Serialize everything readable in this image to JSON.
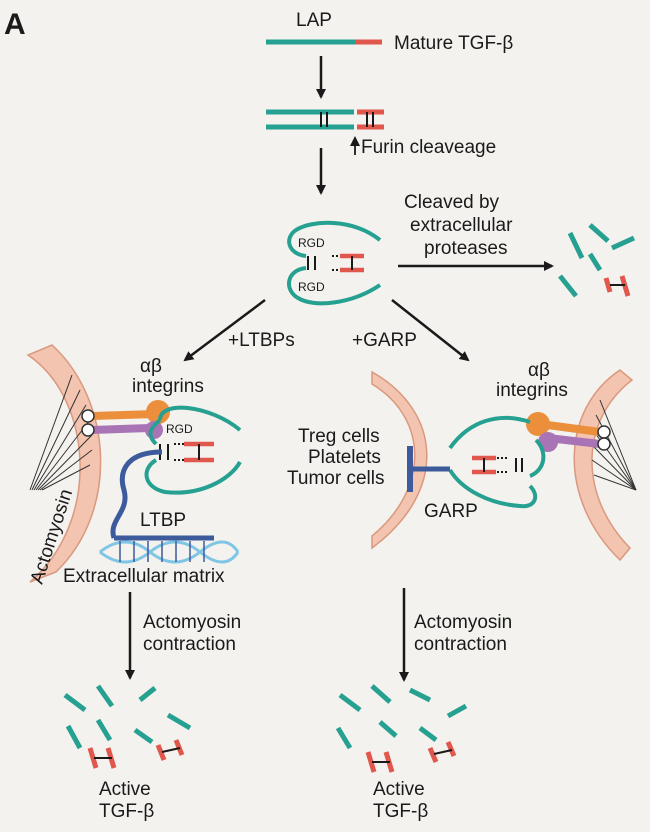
{
  "panel_letter": "A",
  "labels": {
    "lap": "LAP",
    "mature": "Mature TGF-β",
    "furin": "Furin cleaveage",
    "cleaved": [
      "Cleaved by",
      "extracellular",
      "proteases"
    ],
    "ltbps": "+LTBPs",
    "garp_path": "+GARP",
    "integrins_left": [
      "αβ",
      "integrins"
    ],
    "integrins_right": [
      "αβ",
      "integrins"
    ],
    "rgd": "RGD",
    "ltbp": "LTBP",
    "ecm": "Extracellular matrix",
    "actomyosin_side": "Actomyosin",
    "cells": [
      "Treg cells",
      "Platelets",
      "Tumor cells"
    ],
    "garp": "GARP",
    "contraction_left": [
      "Actomyosin",
      "contraction"
    ],
    "contraction_right": [
      "Actomyosin",
      "contraction"
    ],
    "active_left": [
      "Active",
      "TGF-β"
    ],
    "active_right": [
      "Active",
      "TGF-β"
    ]
  },
  "colors": {
    "lap": "#26a090",
    "mature": "#e2574c",
    "membrane": "#f3c4b0",
    "membrane_edge": "#d9997e",
    "ltbp": "#3d5b9c",
    "garp": "#3d5b9c",
    "integrin_orange": "#ec8f3c",
    "integrin_purple": "#a974b6",
    "matrix": "#7fc6e6",
    "arrow": "#1a1a1a"
  }
}
